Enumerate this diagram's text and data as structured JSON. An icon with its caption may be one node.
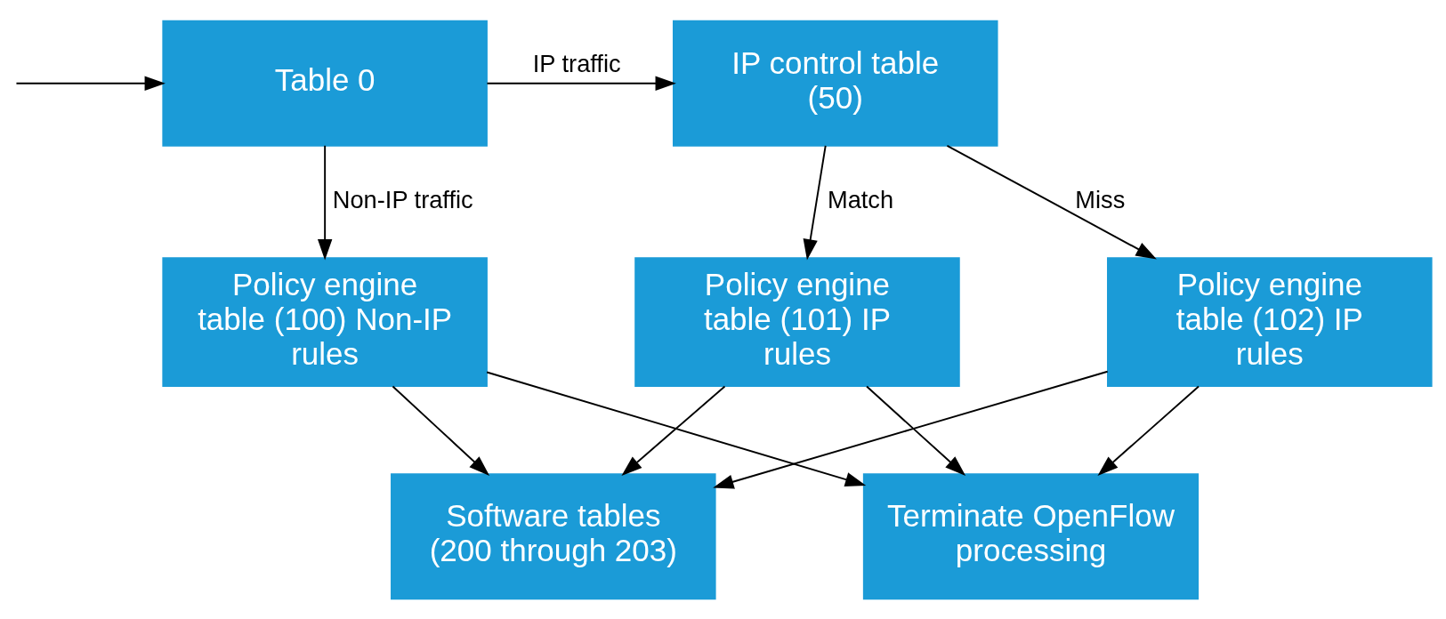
{
  "diagram": {
    "nodes": [
      {
        "text": [
          "Table 0"
        ]
      },
      {
        "text": [
          "IP control table (50)"
        ]
      },
      {
        "text": [
          "Policy engine table (100) Non-IP rules"
        ]
      },
      {
        "text": [
          "Policy engine table (101) IP rules"
        ]
      },
      {
        "text": [
          "Policy engine table (102) IP rules"
        ]
      },
      {
        "text": [
          "Software tables (200 through 203)"
        ]
      },
      {
        "text": [
          "Terminate OpenFlow processing"
        ]
      }
    ],
    "edges": [
      {
        "from": null,
        "to": 0,
        "arrow": "to"
      },
      {
        "from": 0,
        "to": 1,
        "arrow": "to",
        "label": "IP traffic"
      },
      {
        "from": 0,
        "to": 2,
        "arrow": "to",
        "label": "Non-IP traffic"
      },
      {
        "from": 1,
        "to": 3,
        "arrow": "to",
        "label": "Match"
      },
      {
        "from": 1,
        "to": 4,
        "arrow": "to",
        "label": "Miss"
      },
      {
        "from": 2,
        "to": 5,
        "arrow": "to"
      },
      {
        "from": 2,
        "to": 6,
        "arrow": "to"
      },
      {
        "from": 3,
        "to": 5,
        "arrow": "to"
      },
      {
        "from": 3,
        "to": 6,
        "arrow": "to"
      },
      {
        "from": 4,
        "to": 5,
        "arrow": "to"
      },
      {
        "from": 4,
        "to": 6,
        "arrow": "to"
      }
    ]
  }
}
